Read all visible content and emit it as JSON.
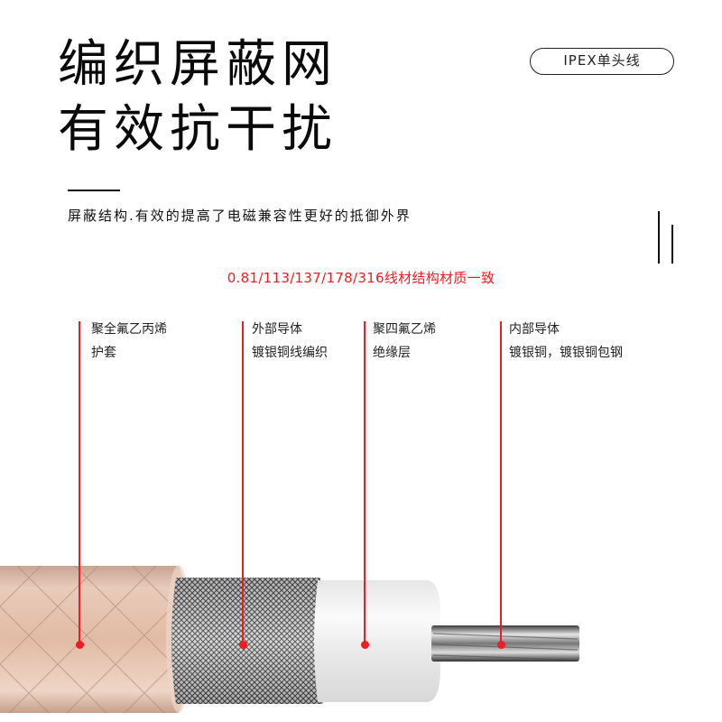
{
  "headline": {
    "line1": "编织屏蔽网",
    "line2": "有效抗干扰"
  },
  "badge": {
    "label": "IPEX单头线"
  },
  "description": "屏蔽结构.有效的提高了电磁兼容性更好的抵御外界",
  "highlight": "0.81/113/137/178/316线材结构材质一致",
  "accent_color": "#ee1c25",
  "layers": [
    {
      "name": "聚全氟乙丙烯",
      "detail": "护套"
    },
    {
      "name": "外部导体",
      "detail": "镀银铜线编织"
    },
    {
      "name": "聚四氟乙烯",
      "detail": "绝缘层"
    },
    {
      "name": "内部导体",
      "detail": "镀银铜，镀银铜包钢"
    }
  ]
}
